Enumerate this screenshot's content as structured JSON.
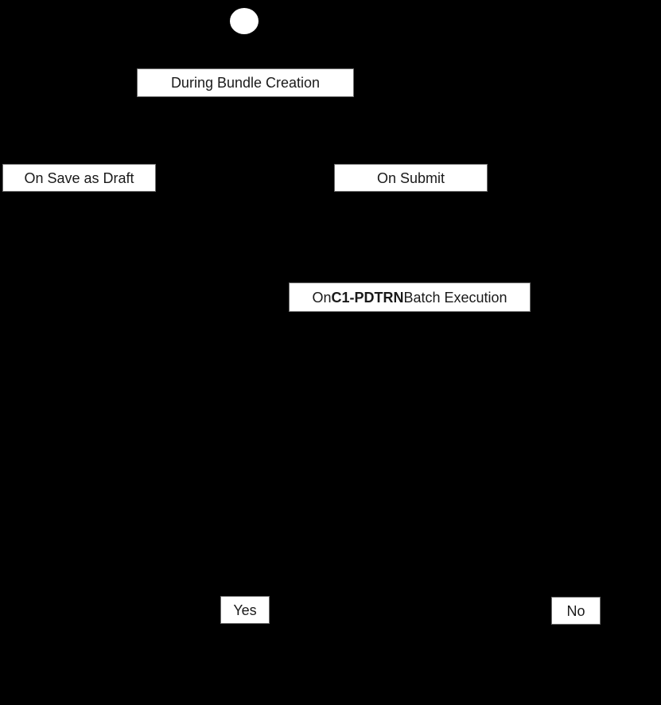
{
  "diagram": {
    "type": "flowchart",
    "background_color": "#000000",
    "node_fill_color": "#ffffff",
    "text_color": "#1a1a1a",
    "start_node": {
      "shape": "ellipse",
      "fill": "#ffffff"
    },
    "labels": {
      "during_bundle_creation": "During Bundle Creation",
      "on_save_as_draft": "On Save as Draft",
      "on_submit": "On Submit",
      "batch_prefix": "On ",
      "batch_code": "C1-PDTRN",
      "batch_suffix": " Batch Execution",
      "yes": "Yes",
      "no": "No"
    }
  }
}
